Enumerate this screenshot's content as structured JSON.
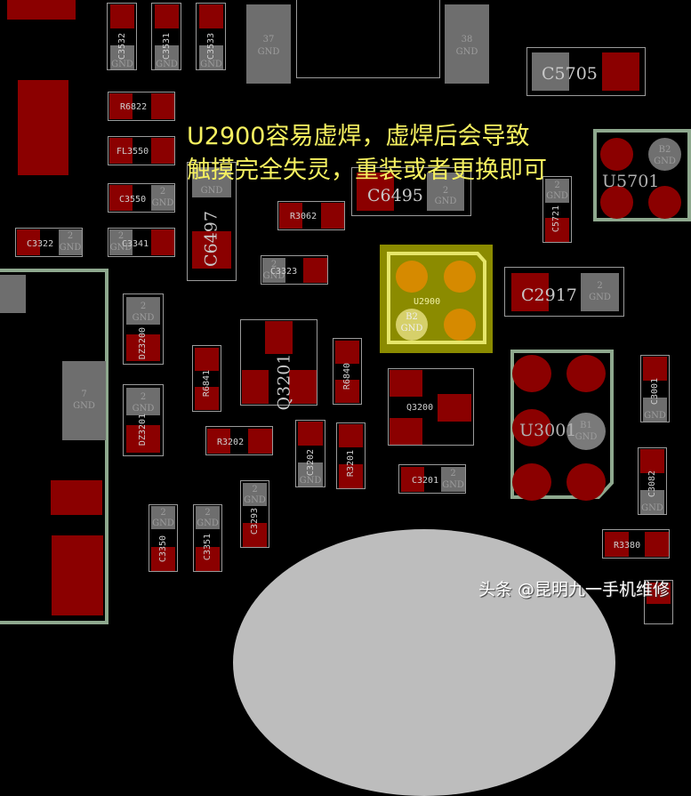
{
  "board": {
    "background": "#000000",
    "colors": {
      "pad_signal": "#8b0000",
      "pad_gnd": "#6e6e6e",
      "highlight": "#8b8b00",
      "highlight_pad": "#d68a00",
      "outline": "#9a9a9a",
      "ic_outline": "#8ea88e",
      "annotation": "#f5f060"
    }
  },
  "annotation": {
    "line1": "U2900容易虚焊，虚焊后会导致",
    "line2": "触摸完全失灵，重装或者更换即可"
  },
  "watermark": "头条 @昆明九一手机维修",
  "pads": {
    "p37": {
      "num": "37",
      "net": "GND"
    },
    "p38": {
      "num": "38",
      "net": "GND"
    },
    "p7": {
      "num": "7",
      "net": "GND"
    },
    "gnd": "GND",
    "two": "2"
  },
  "components": {
    "C3532": "C3532",
    "C3531": "C3531",
    "C3533": "C3533",
    "R6822": "R6822",
    "FL3550": "FL3550",
    "C3550": "C3550",
    "C3322": "C3322",
    "C3341": "C3341",
    "C6497": "C6497",
    "R3062": "R3062",
    "C6495": "C6495",
    "C5705": "C5705",
    "C5721": "C5721",
    "U5701": "U5701",
    "U5701_b2": "B2",
    "C3323": "C3323",
    "U2900": "U2900",
    "U2900_b2": "B2",
    "C2917": "C2917",
    "DZ3200": "DZ3200",
    "DZ3201": "DZ3201",
    "R6841": "R6841",
    "Q3201": "Q3201",
    "R6840": "R6840",
    "Q3200": "Q3200",
    "U3001": "U3001",
    "U3001_b1": "B1",
    "C3001": "C3001",
    "R3202": "R3202",
    "C3202": "C3202",
    "R3201": "R3201",
    "C3201": "C3201",
    "C3082": "C3082",
    "C3293": "C3293",
    "C3350": "C3350",
    "C3351": "C3351",
    "R3380": "R3380"
  }
}
